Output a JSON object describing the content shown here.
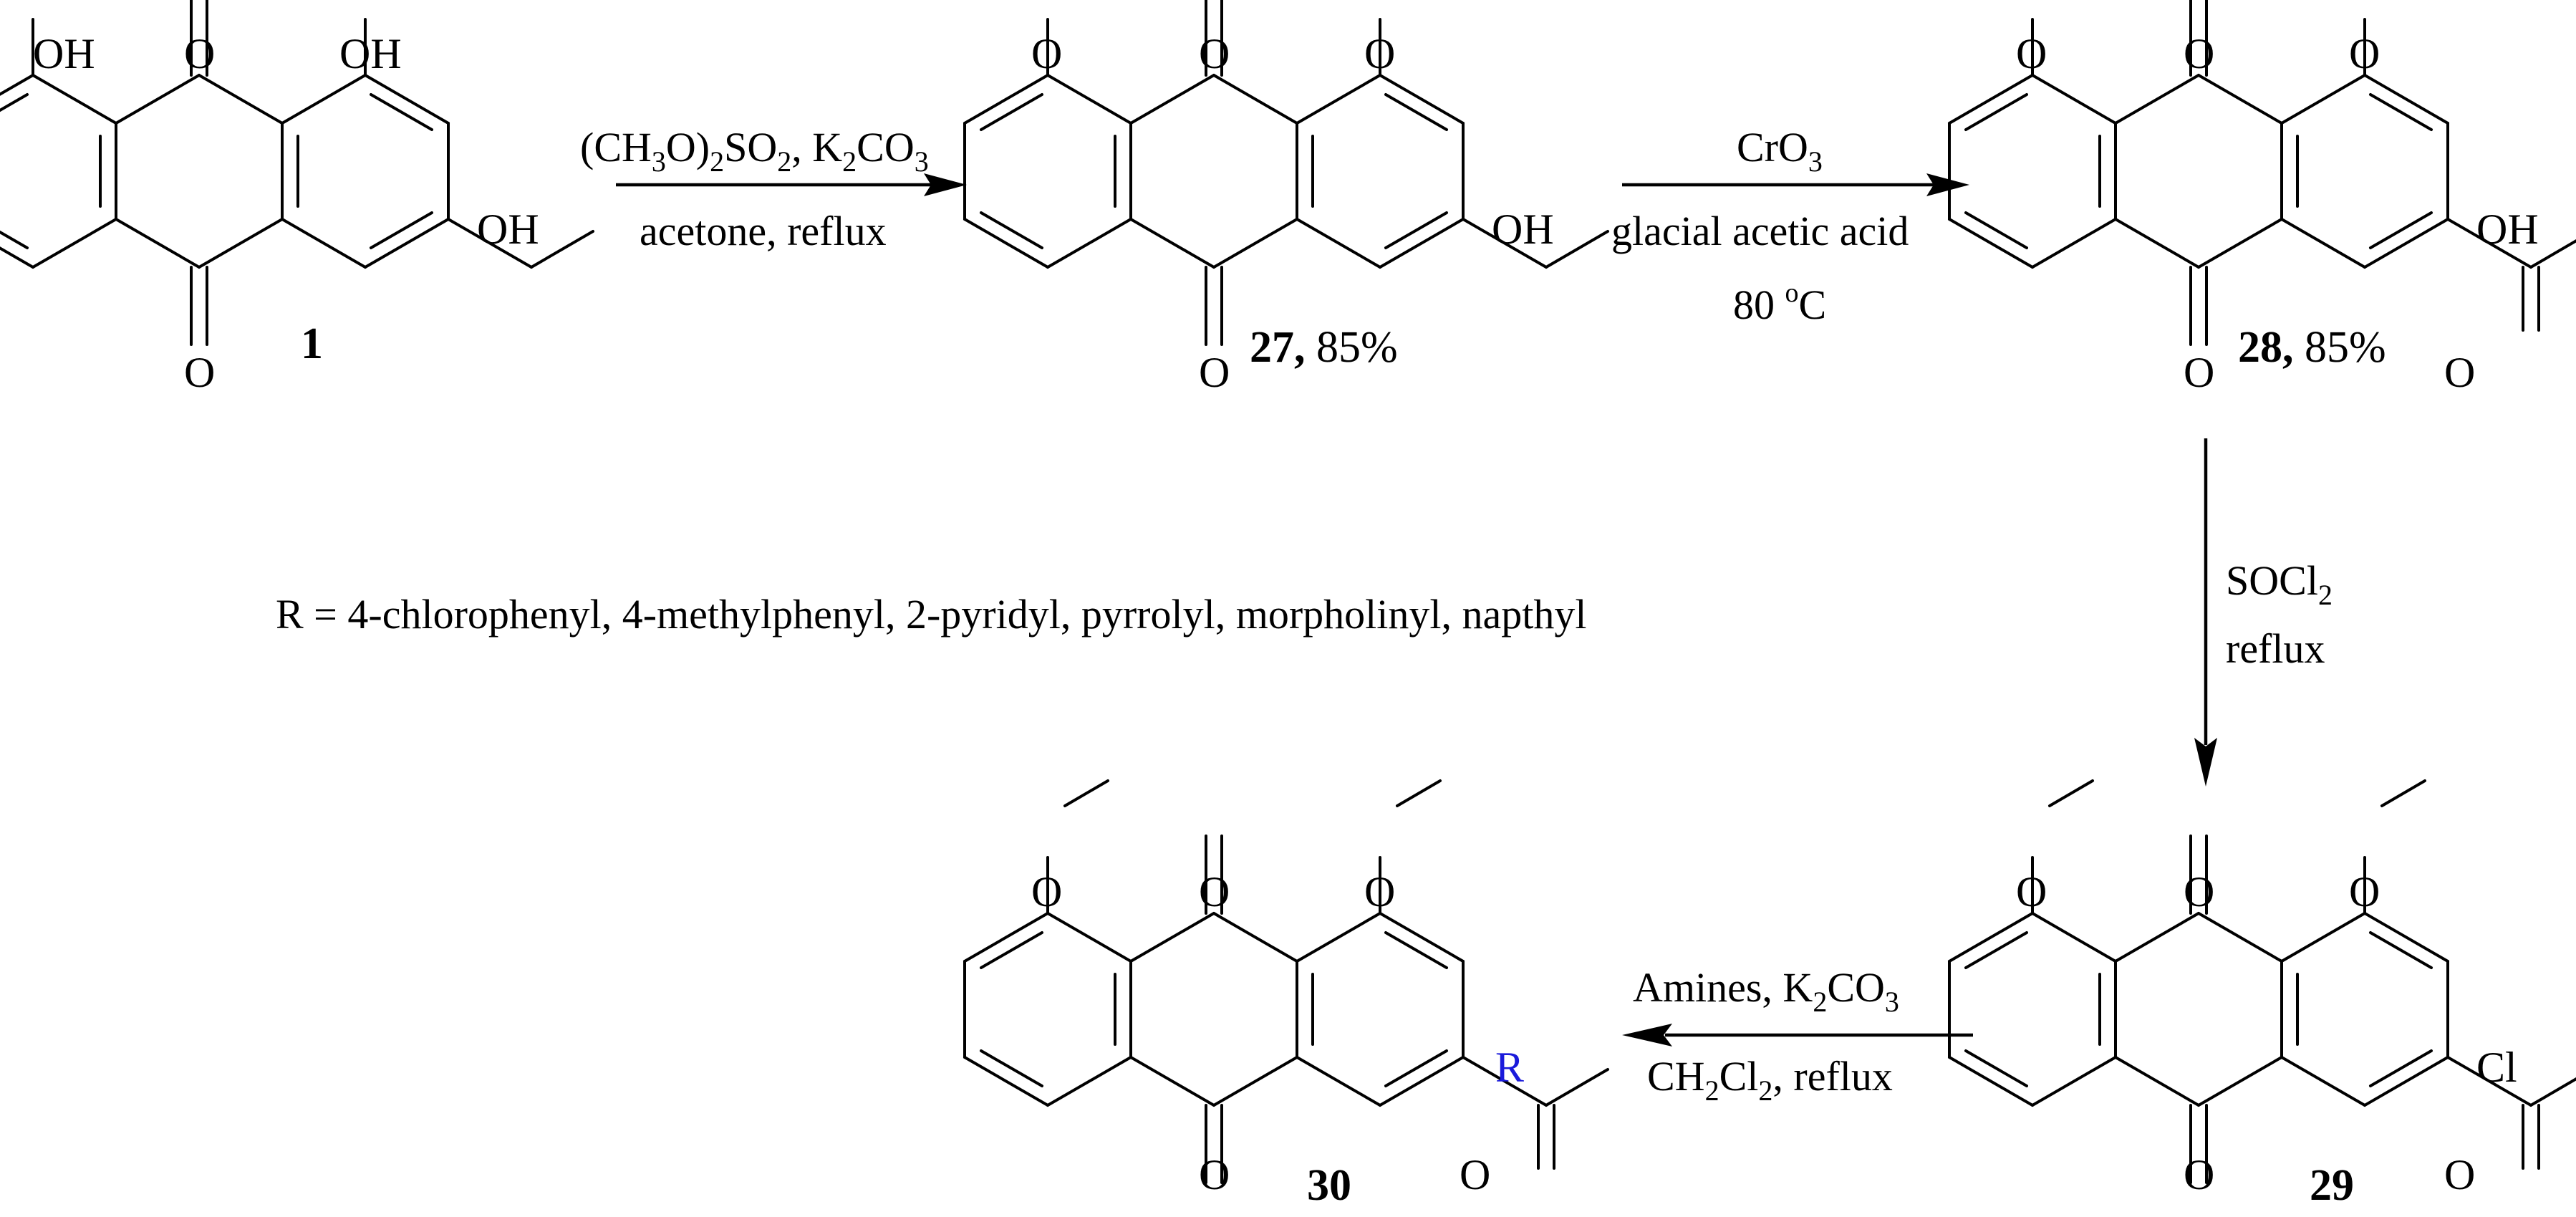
{
  "atoms": {
    "oh": "OH",
    "o": "O",
    "cl": "Cl",
    "r": "R"
  },
  "compounds": {
    "c1": {
      "label": "1",
      "yield": ""
    },
    "c27": {
      "label": "27,",
      "yield": " 85%"
    },
    "c28": {
      "label": "28,",
      "yield": " 85%"
    },
    "c29": {
      "label": "29",
      "yield": ""
    },
    "c30": {
      "label": "30",
      "yield": ""
    }
  },
  "steps": {
    "step1": {
      "reagent_parts": [
        "(CH",
        "3",
        "O)",
        "2",
        "SO",
        "2",
        ", K",
        "2",
        "CO",
        "3"
      ],
      "solvent": "acetone, reflux"
    },
    "step2": {
      "reagent_parts": [
        "CrO",
        "3"
      ],
      "solvent": "glacial acetic acid",
      "temp_value": "80 ",
      "temp_degree": "o",
      "temp_unit": "C"
    },
    "step3": {
      "reagent_parts": [
        "SOCl",
        "2"
      ],
      "solvent": "reflux"
    },
    "step4": {
      "reagent_parts": [
        "Amines, K",
        "2",
        "CO",
        "3"
      ],
      "solvent_parts": [
        "CH",
        "2",
        "Cl",
        "2",
        ", reflux"
      ]
    }
  },
  "r_definition": "R = 4-chlorophenyl, 4-methylphenyl, 2-pyridyl, pyrrolyl, morpholinyl, napthyl",
  "colors": {
    "r_group": "#1a1adb",
    "ink": "#000000"
  }
}
